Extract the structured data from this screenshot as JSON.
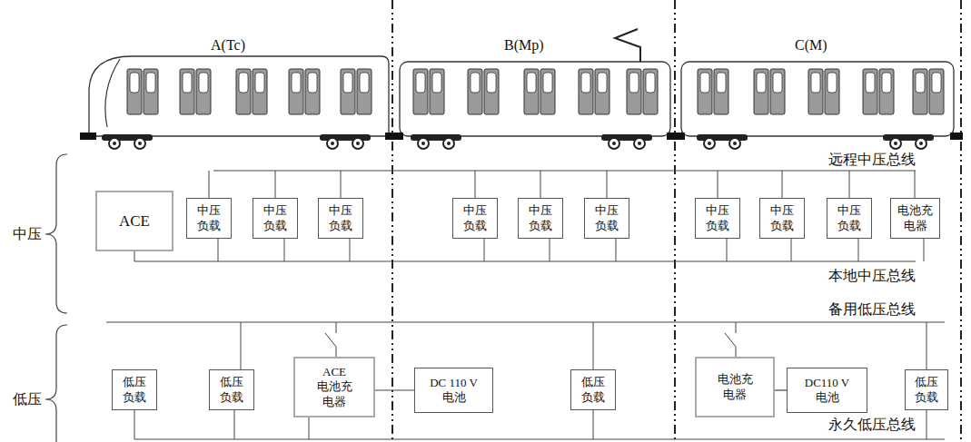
{
  "diagram": {
    "nodes": [
      {
        "text": [
          "ACE"
        ]
      },
      {
        "text": [
          "中压 负载"
        ]
      },
      {
        "text": [
          "中压 负载"
        ]
      },
      {
        "text": [
          "中压 负载"
        ]
      },
      {
        "text": [
          "中压 负载"
        ]
      },
      {
        "text": [
          "中压 负载"
        ]
      },
      {
        "text": [
          "中压 负载"
        ]
      },
      {
        "text": [
          "中压 负载"
        ]
      },
      {
        "text": [
          "中压 负载"
        ]
      },
      {
        "text": [
          "中压 负载"
        ]
      },
      {
        "text": [
          "电池充 电器"
        ]
      },
      {
        "text": [
          "低压 负载"
        ]
      },
      {
        "text": [
          "低压 负载"
        ]
      },
      {
        "text": [
          "ACE 电池充 电器"
        ]
      },
      {
        "text": [
          "DC 110 V 电池"
        ]
      },
      {
        "text": [
          "低压 负载"
        ]
      },
      {
        "text": [
          "电池充 电器"
        ]
      },
      {
        "text": [
          "DC110 V 电池"
        ]
      },
      {
        "text": [
          "低压 负载"
        ]
      }
    ],
    "edges": [
      {
        "from": 13,
        "to": 14,
        "arrow": "none"
      },
      {
        "from": 16,
        "to": 17,
        "arrow": "none"
      }
    ],
    "labels": [
      "A(Tc)",
      "B(Mp)",
      "C(M)",
      "中压",
      "远程中压总线",
      "本地中压总线",
      "备用低压总线",
      "低压",
      "永久低压总线"
    ]
  }
}
